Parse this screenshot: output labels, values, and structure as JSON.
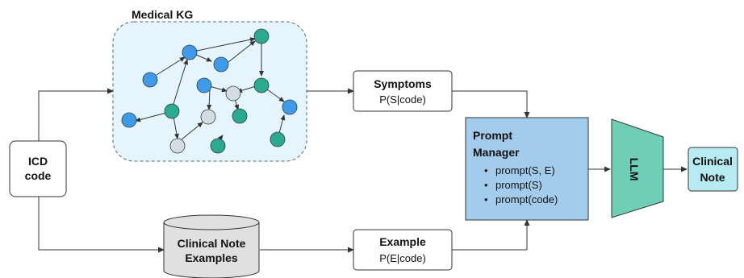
{
  "kg": {
    "title": "Medical KG"
  },
  "icd": {
    "line1": "ICD",
    "line2": "code"
  },
  "symptoms": {
    "title": "Symptoms",
    "formula": "P(S|code)"
  },
  "example": {
    "title": "Example",
    "formula": "P(E|code)"
  },
  "examples_db": {
    "line1": "Clinical Note",
    "line2": "Examples"
  },
  "prompt_manager": {
    "line1": "Prompt",
    "line2": "Manager",
    "items": [
      "prompt(S, E)",
      "prompt(S)",
      "prompt(code)"
    ],
    "bullet": "•"
  },
  "llm": {
    "label": "LLM"
  },
  "output": {
    "line1": "Clinical",
    "line2": "Note"
  },
  "colors": {
    "blue_node": "#3d9be9",
    "teal_node": "#2aab91",
    "grey_node": "#d5dde3",
    "kg_fill": "#e6f5fd",
    "prompt_fill": "#a3ccec",
    "llm_fill": "#6fcfb6",
    "output_fill": "#b6ecf1",
    "db_fill": "#e0e0e0"
  }
}
